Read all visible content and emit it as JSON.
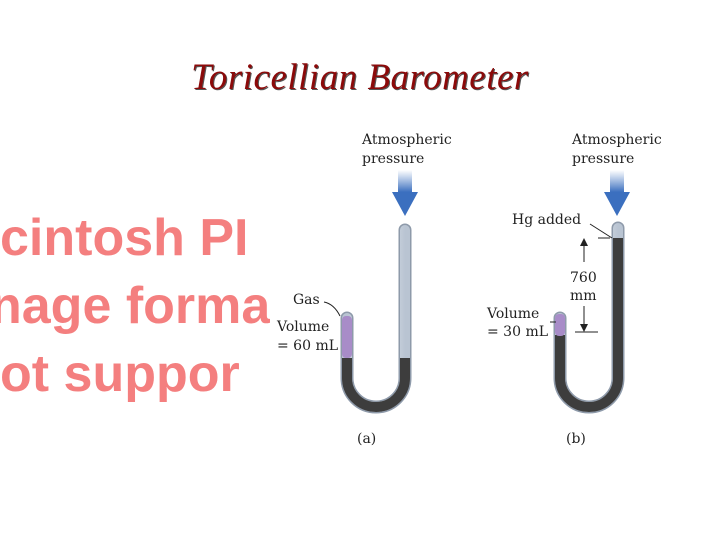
{
  "slide": {
    "title": "Toricellian Barometer"
  },
  "placeholder": {
    "lines": [
      "cintosh PI",
      "nage forma",
      "ot suppor"
    ]
  },
  "panel_a": {
    "atm_line1": "Atmospheric",
    "atm_line2": "pressure",
    "gas": "Gas",
    "volume_line1": "Volume",
    "volume_line2": "= 60 mL",
    "caption": "(a)"
  },
  "panel_b": {
    "atm_line1": "Atmospheric",
    "atm_line2": "pressure",
    "hg_added": "Hg added",
    "height_value": "760",
    "height_unit": "mm",
    "volume_line1": "Volume",
    "volume_line2": "= 30 mL",
    "caption": "(b)"
  },
  "colors": {
    "title": "#8b0a0a",
    "placeholder_text": "#f47f7f",
    "mercury": "#3d3d3d",
    "gas": "#a88cc8",
    "arrow": "#3b6fbf",
    "tube": "#cfd8e3"
  }
}
